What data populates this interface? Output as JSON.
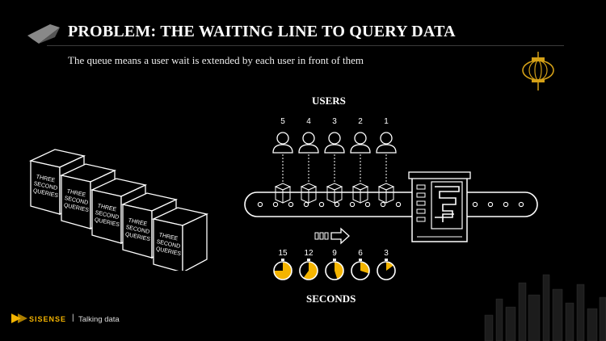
{
  "slide": {
    "title": "PROBLEM: THE WAITING LINE TO QUERY DATA",
    "subtitle": "The queue means a user wait is extended by each user in front of them"
  },
  "diagram": {
    "users_heading": "USERS",
    "seconds_heading": "SECONDS",
    "user_numbers": [
      "5",
      "4",
      "3",
      "2",
      "1"
    ],
    "timers": [
      {
        "label": "15",
        "fill_fraction": 0.75
      },
      {
        "label": "12",
        "fill_fraction": 0.6
      },
      {
        "label": "9",
        "fill_fraction": 0.45
      },
      {
        "label": "6",
        "fill_fraction": 0.3
      },
      {
        "label": "3",
        "fill_fraction": 0.15
      }
    ],
    "query_box_label": [
      "THREE",
      "SECOND",
      "QUERIES"
    ],
    "accent_color": "#f4b400"
  },
  "footer": {
    "brand": "SISENSE",
    "separator": "|",
    "tagline": "Talking data"
  }
}
